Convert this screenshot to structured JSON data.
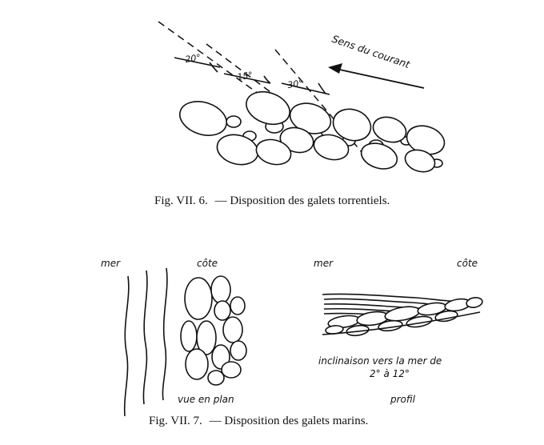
{
  "fig6": {
    "current_label": "Sens du courant",
    "angles": [
      "20°",
      "15°",
      "30°"
    ],
    "caption_prefix": "Fig. VII. 6.",
    "caption_text": "— Disposition des galets torrentiels."
  },
  "fig7": {
    "plan": {
      "sea_label": "mer",
      "coast_label": "côte",
      "view_label": "vue en plan"
    },
    "profile": {
      "sea_label": "mer",
      "coast_label": "côte",
      "inclination_line1": "inclinaison vers la mer de",
      "inclination_line2": "2° à 12°",
      "view_label": "profil"
    },
    "caption_prefix": "Fig. VII. 7.",
    "caption_text": "— Disposition des galets marins."
  }
}
